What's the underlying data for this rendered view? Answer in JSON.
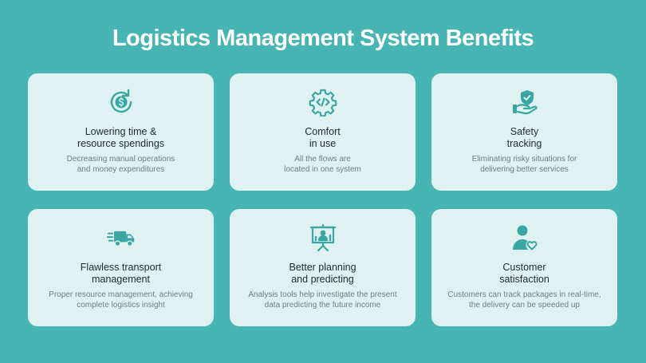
{
  "title": "Logistics Management System Benefits",
  "colors": {
    "background": "#47b5b3",
    "card": "#dff1f1",
    "icon": "#3aa6a3",
    "title_text": "#ffffff",
    "heading_text": "#1e2b32",
    "body_text": "#6b7f85"
  },
  "cards": [
    {
      "icon": "dollar-refresh-icon",
      "title": "Lowering time &\nresource spendings",
      "description": "Decreasing manual operations\nand money expenditures"
    },
    {
      "icon": "code-gear-icon",
      "title": "Comfort\nin use",
      "description": "All the flows are\nlocated in one system"
    },
    {
      "icon": "shield-hand-icon",
      "title": "Safety\ntracking",
      "description": "Eliminating risky situations for\ndelivering better services"
    },
    {
      "icon": "delivery-truck-icon",
      "title": "Flawless transport\nmanagement",
      "description": "Proper resource management, achieving\ncomplete logistics insight"
    },
    {
      "icon": "presentation-board-icon",
      "title": "Better planning\nand predicting",
      "description": "Analysis tools help investigate the present\ndata predicting the future income"
    },
    {
      "icon": "user-heart-icon",
      "title": "Customer\nsatisfaction",
      "description": "Customers can track packages in real-time,\nthe delivery can be speeded up"
    }
  ]
}
